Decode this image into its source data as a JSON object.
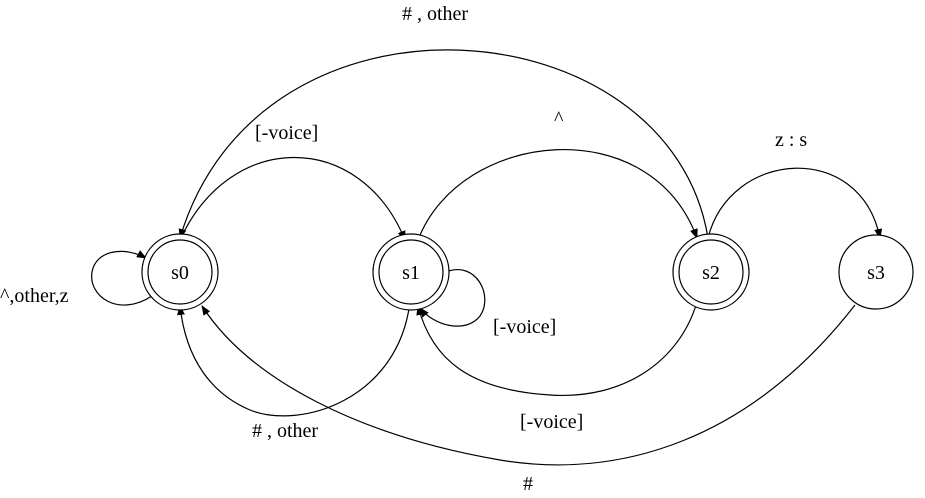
{
  "diagram": {
    "states": [
      {
        "id": "s0",
        "label": "s0",
        "accepting": true
      },
      {
        "id": "s1",
        "label": "s1",
        "accepting": true
      },
      {
        "id": "s2",
        "label": "s2",
        "accepting": true
      },
      {
        "id": "s3",
        "label": "s3",
        "accepting": false
      }
    ],
    "transitions": [
      {
        "from": "s0",
        "to": "s0",
        "label": "^,other,z"
      },
      {
        "from": "s0",
        "to": "s1",
        "label": "[-voice]"
      },
      {
        "from": "s1",
        "to": "s1",
        "label": "[-voice]"
      },
      {
        "from": "s1",
        "to": "s0",
        "label": "# , other"
      },
      {
        "from": "s1",
        "to": "s2",
        "label": "^"
      },
      {
        "from": "s2",
        "to": "s1",
        "label": "[-voice]"
      },
      {
        "from": "s2",
        "to": "s0",
        "label": "# , other"
      },
      {
        "from": "s2",
        "to": "s3",
        "label": "z : s"
      },
      {
        "from": "s3",
        "to": "s0",
        "label": "#"
      }
    ]
  }
}
